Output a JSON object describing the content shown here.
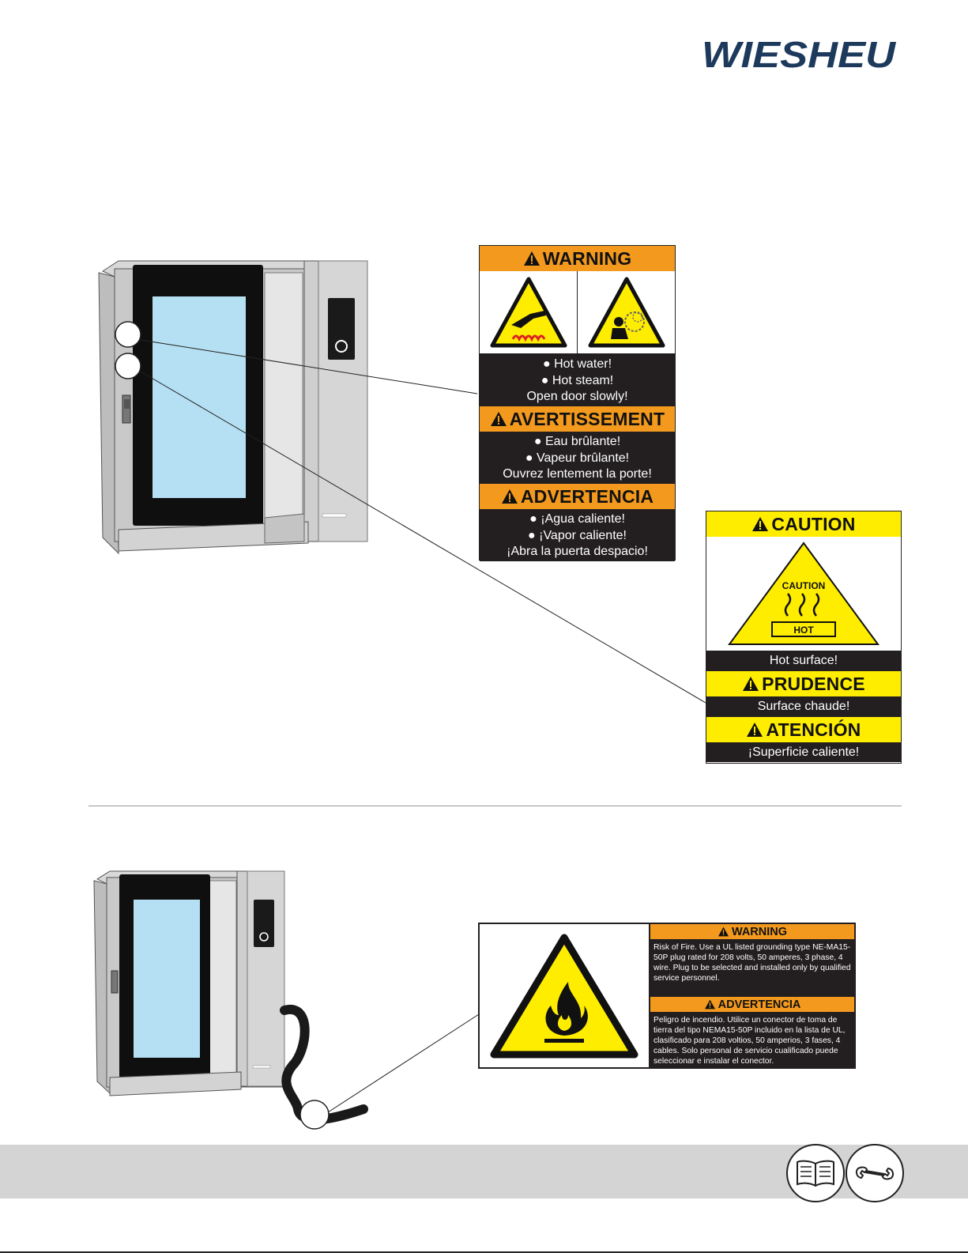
{
  "brand": {
    "logo_text": "WIESHEU",
    "color": "#1d3a5c"
  },
  "colors": {
    "orange": "#f39a1e",
    "yellow": "#ffed00",
    "dark": "#231f20"
  },
  "warning_label": {
    "header_en": "WARNING",
    "lines_en": [
      "●  Hot water!",
      "●  Hot steam!",
      "Open door slowly!"
    ],
    "header_fr": "AVERTISSEMENT",
    "lines_fr": [
      "●  Eau brûlante!",
      "●  Vapeur brûlante!",
      "Ouvrez lentement la porte!"
    ],
    "header_es": "ADVERTENCIA",
    "lines_es": [
      "●  ¡Agua caliente!",
      "●  ¡Vapor caliente!",
      "¡Abra la puerta despacio!"
    ],
    "icons": [
      "hot-water-hazard-icon",
      "steam-hazard-icon"
    ]
  },
  "caution_label": {
    "header_en": "CAUTION",
    "symbol_top": "CAUTION",
    "symbol_bottom": "HOT",
    "text_en": "Hot surface!",
    "header_fr": "PRUDENCE",
    "text_fr": "Surface chaude!",
    "header_es": "ATENCIÓN",
    "text_es": "¡Superficie caliente!"
  },
  "fire_label": {
    "header_en": "WARNING",
    "text_en": "Risk of Fire. Use a UL listed grounding type NE-MA15-50P plug rated for 208 volts, 50 amperes, 3 phase, 4 wire. Plug to be selected and installed only by qualified service personnel.",
    "header_es": "ADVERTENCIA",
    "text_es": "Peligro de incendio. Utilice un conector de toma de tierra del tipo NEMA15-50P incluido en la lista de UL, clasificado para 208 voltios, 50 amperios, 3 fases, 4 cables. Solo personal de servicio cualificado puede seleccionar e instalar el conector.",
    "icon": "fire-hazard-icon"
  },
  "footer_icons": [
    "manual-book-icon",
    "wrench-icon"
  ]
}
